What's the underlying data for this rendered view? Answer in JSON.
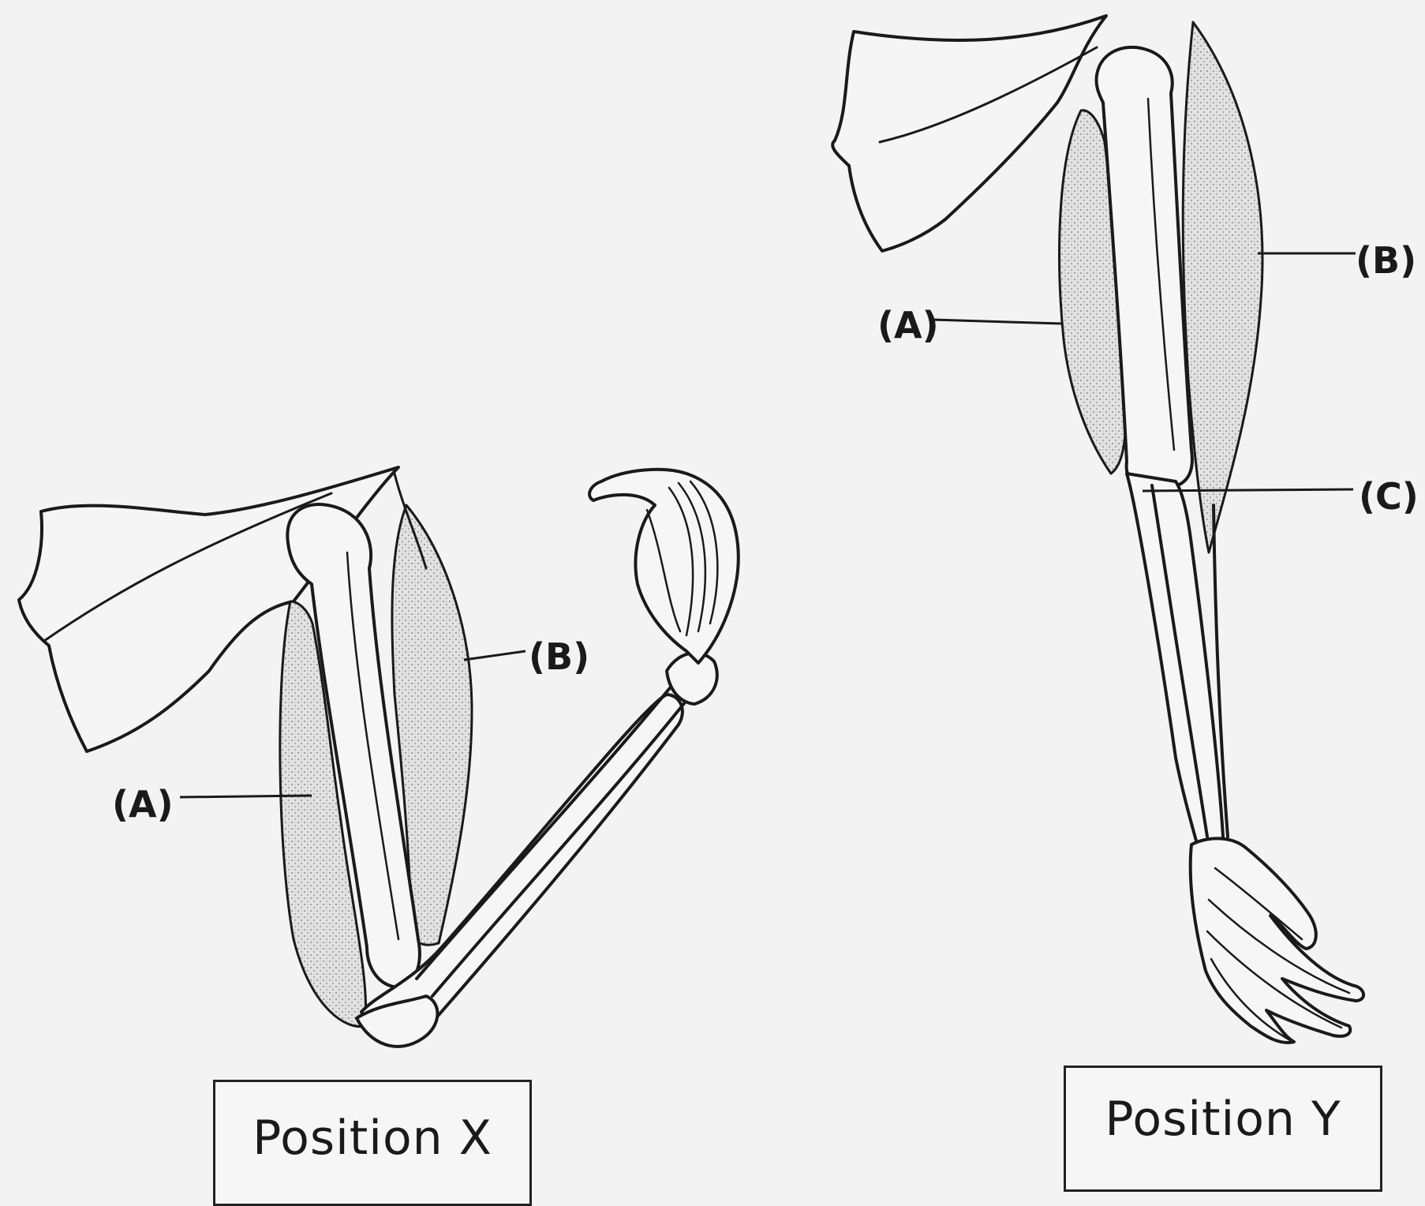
{
  "diagram": {
    "position_x": {
      "caption": "Position X",
      "labels": {
        "a": "(A)",
        "b": "(B)"
      }
    },
    "position_y": {
      "caption": "Position Y",
      "labels": {
        "a": "(A)",
        "b": "(B)",
        "c": "(C)"
      }
    }
  },
  "colors": {
    "ink": "#1a1a1a",
    "muscle_fill": "#cfcfcf",
    "background": "#f3f3f3"
  }
}
